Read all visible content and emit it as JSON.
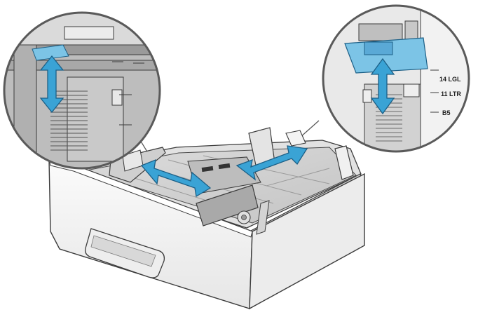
{
  "zoom_right": {
    "size_labels": [
      {
        "id": "lgl",
        "text": "14 LGL"
      },
      {
        "id": "ltr",
        "text": "11 LTR"
      },
      {
        "id": "b5",
        "text": "B5"
      }
    ]
  },
  "colors": {
    "arrow_fill": "#3aa3d5",
    "arrow_stroke": "#1c5f86",
    "highlight": "#7cc4e6",
    "tray_body": "#f4f4f4",
    "tray_inner": "#cfcfcf",
    "outline": "#3c3c3c",
    "zoom_ring": "#5a5a5a"
  },
  "icons": {
    "vertical_arrow": "double-arrow-vertical-icon",
    "horizontal_arrow": "double-arrow-horizontal-icon"
  }
}
